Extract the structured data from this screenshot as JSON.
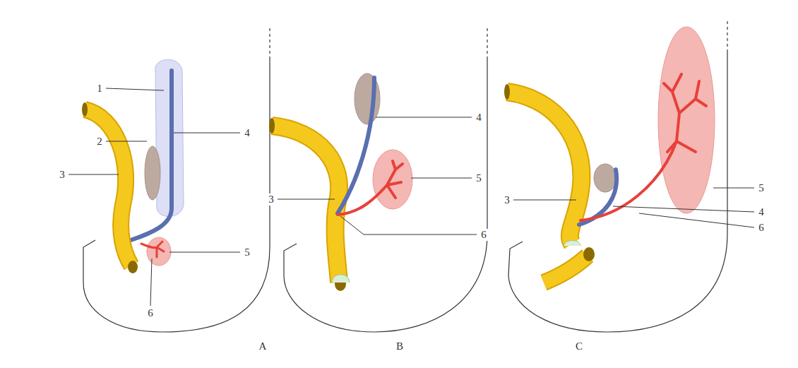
{
  "diagram": {
    "labels": [
      "1",
      "2",
      "4",
      "3",
      "5",
      "6",
      "A",
      "4",
      "3",
      "5",
      "6",
      "B",
      "3",
      "5",
      "4",
      "6",
      "C"
    ]
  }
}
